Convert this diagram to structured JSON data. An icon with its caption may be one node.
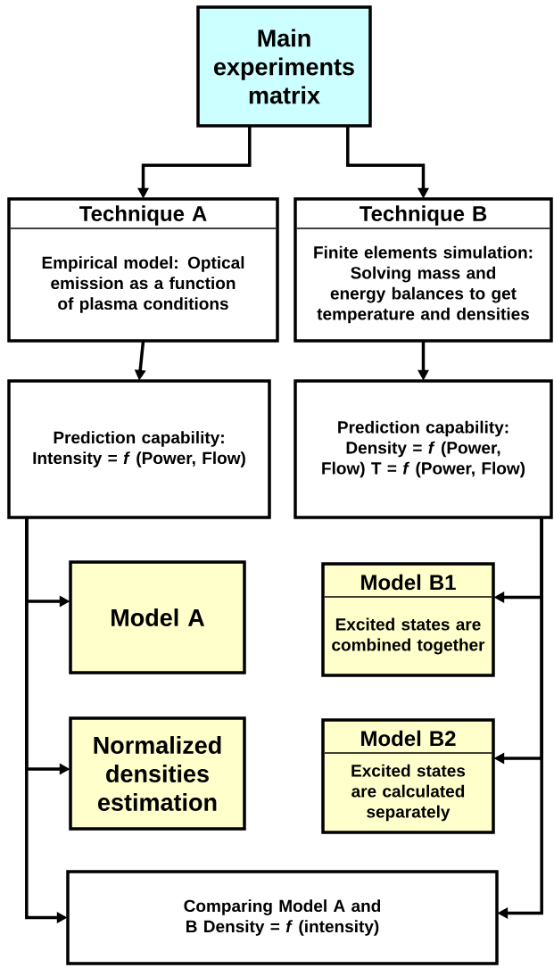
{
  "diagram": {
    "nodes": [
      {
        "text": [
          "Main experiments matrix"
        ]
      },
      {
        "text": [
          "Technique A",
          "Empirical model: Optical emission as a function of plasma conditions"
        ]
      },
      {
        "text": [
          "Technique B",
          "Finite elements simulation: Solving mass and energy balances to get temperature and densities"
        ]
      },
      {
        "text": [
          "Prediction capability: Intensity = *f* (Power, Flow)"
        ]
      },
      {
        "text": [
          "Prediction capability: Density = *f* (Power, Flow) T = *f* (Power, Flow)"
        ]
      },
      {
        "text": [
          "Model A"
        ]
      },
      {
        "text": [
          "Model B1",
          "Excited states are combined together"
        ]
      },
      {
        "text": [
          "Normalized densities estimation"
        ]
      },
      {
        "text": [
          "Model B2",
          "Excited states are calculated separately"
        ]
      },
      {
        "text": [
          "Comparing Model A and B Density = *f* (intensity)"
        ]
      }
    ],
    "edges": [
      {
        "from": 0,
        "to": 1,
        "arrow": "to"
      },
      {
        "from": 0,
        "to": 2,
        "arrow": "to"
      },
      {
        "from": 1,
        "to": 3,
        "arrow": "to"
      },
      {
        "from": 2,
        "to": 4,
        "arrow": "to"
      },
      {
        "from": 3,
        "to": 5,
        "arrow": "to"
      },
      {
        "from": 3,
        "to": 7,
        "arrow": "to"
      },
      {
        "from": 3,
        "to": 9,
        "arrow": "to"
      },
      {
        "from": 4,
        "to": 6,
        "arrow": "to"
      },
      {
        "from": 4,
        "to": 8,
        "arrow": "to"
      },
      {
        "from": 4,
        "to": 9,
        "arrow": "to"
      }
    ]
  }
}
